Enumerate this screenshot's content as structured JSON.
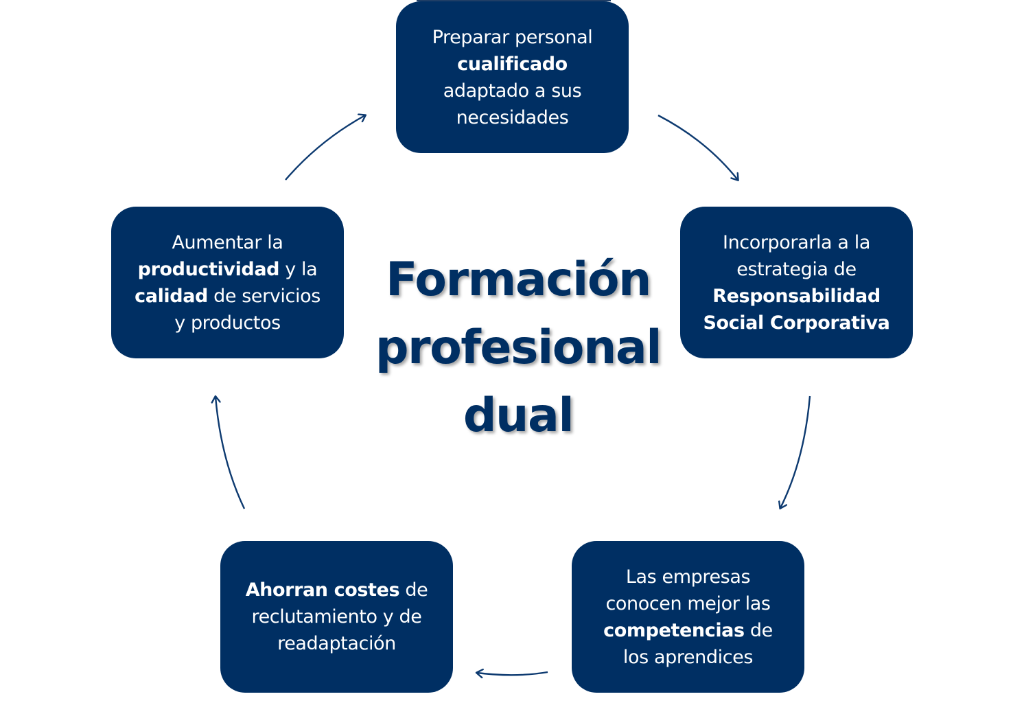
{
  "diagram": {
    "type": "cycle",
    "title": {
      "lines": [
        "Formación",
        "profesional",
        "dual"
      ]
    },
    "colors": {
      "box_fill": "#002f63",
      "box_text": "#ffffff",
      "title_text": "#002f63",
      "arrow": "#0d3a70",
      "background": "#ffffff"
    },
    "nodes": [
      {
        "id": "top",
        "segments": [
          {
            "text": "Preparar personal ",
            "bold": false
          },
          {
            "text": "cualificado",
            "bold": true
          },
          {
            "text": " adaptado a sus necesidades",
            "bold": false
          }
        ],
        "lines": [
          "Preparar personal",
          "cualificado",
          "adaptado a sus",
          "necesidades"
        ]
      },
      {
        "id": "right",
        "segments": [
          {
            "text": "Incorporarla  a la estrategia de ",
            "bold": false
          },
          {
            "text": "Responsabilidad Social Corporativa",
            "bold": true
          }
        ],
        "lines": [
          "Incorporarla  a la",
          "estrategia de",
          "Responsabilidad",
          "Social Corporativa"
        ]
      },
      {
        "id": "bottom-right",
        "segments": [
          {
            "text": "Las empresas conocen mejor las ",
            "bold": false
          },
          {
            "text": "competencias",
            "bold": true
          },
          {
            "text": " de los aprendices",
            "bold": false
          }
        ],
        "lines": [
          "Las empresas",
          "conocen mejor las",
          "competencias de",
          "los aprendices"
        ]
      },
      {
        "id": "bottom-left",
        "segments": [
          {
            "text": "Ahorran costes",
            "bold": true
          },
          {
            "text": " de reclutamiento y de readaptación",
            "bold": false
          }
        ],
        "lines": [
          "Ahorran costes de",
          "reclutamiento y de",
          "readaptación"
        ]
      },
      {
        "id": "left",
        "segments": [
          {
            "text": "Aumentar la ",
            "bold": false
          },
          {
            "text": "productividad",
            "bold": true
          },
          {
            "text": " y la ",
            "bold": false
          },
          {
            "text": "calidad",
            "bold": true
          },
          {
            "text": " de servicios y productos",
            "bold": false
          }
        ],
        "lines": [
          "Aumentar la",
          "productividad y la",
          "calidad de servicios",
          "y productos"
        ]
      }
    ],
    "edges": [
      {
        "from": "top",
        "to": "right",
        "icon": "curved-arrow-icon"
      },
      {
        "from": "right",
        "to": "bottom-right",
        "icon": "curved-arrow-icon"
      },
      {
        "from": "bottom-right",
        "to": "bottom-left",
        "icon": "curved-arrow-icon"
      },
      {
        "from": "bottom-left",
        "to": "left",
        "icon": "curved-arrow-icon"
      },
      {
        "from": "left",
        "to": "top",
        "icon": "curved-arrow-icon"
      }
    ]
  },
  "text": {
    "top_l1": "Preparar personal",
    "top_l2_bold": "cualificado",
    "top_l3": "adaptado a sus",
    "top_l4": "necesidades",
    "right_l1": "Incorporarla  a la",
    "right_l2": "estrategia de",
    "right_l3_bold": "Responsabilidad",
    "right_l4_bold": "Social Corporativa",
    "br_l1": "Las empresas",
    "br_l2": "conocen mejor las",
    "br_l3_bold": "competencias",
    "br_l3_rest": " de",
    "br_l4": "los aprendices",
    "bl_l1_bold": "Ahorran costes",
    "bl_l1_rest": " de",
    "bl_l2": "reclutamiento y de",
    "bl_l3": "readaptación",
    "left_l1": "Aumentar la",
    "left_l2_bold": "productividad",
    "left_l2_rest": " y la",
    "left_l3_bold": "calidad",
    "left_l3_rest": " de servicios",
    "left_l4": "y productos",
    "title_l1": "Formación",
    "title_l2": "profesional",
    "title_l3": "dual"
  }
}
